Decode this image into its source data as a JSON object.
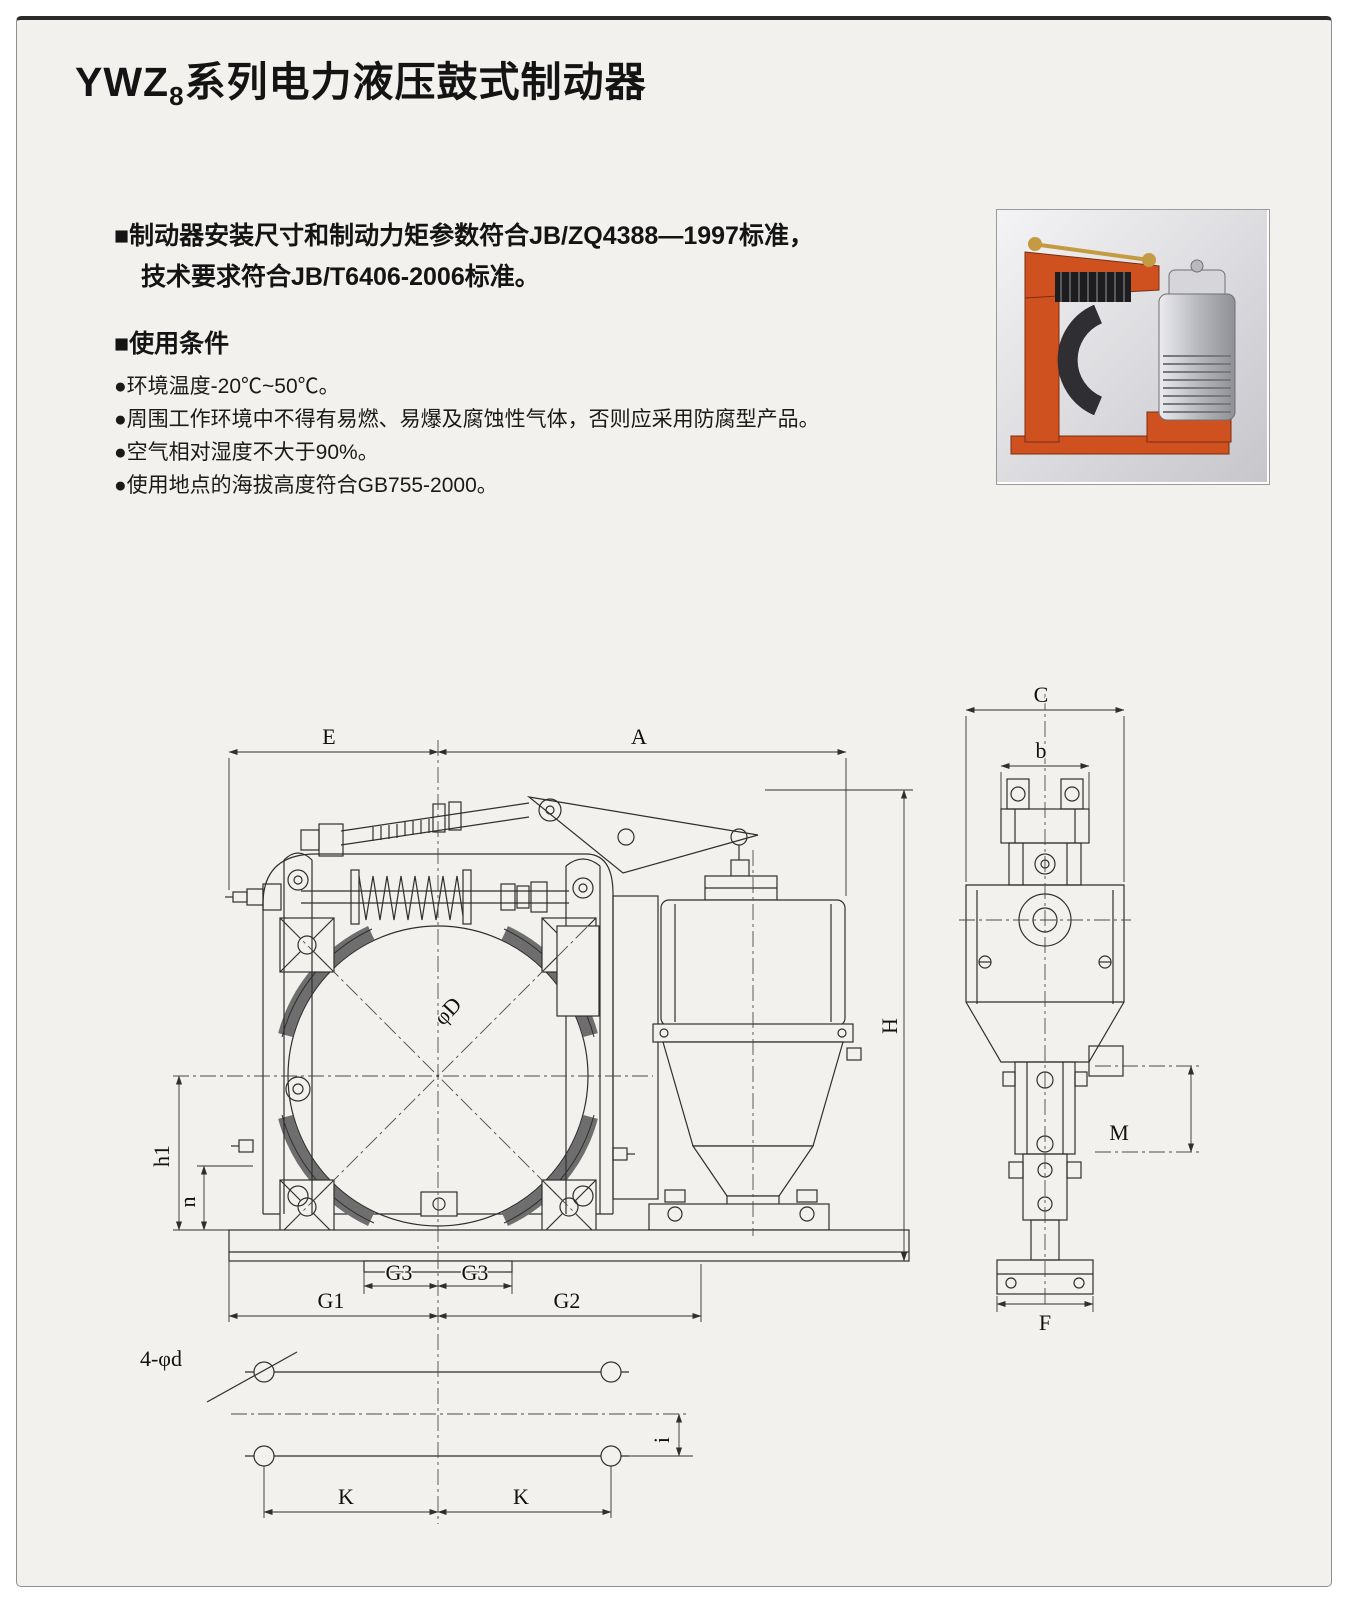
{
  "header": {
    "title_prefix": "YWZ",
    "title_sub": "8",
    "title_suffix": "系列电力液压鼓式制动器"
  },
  "intro": {
    "line1": "■制动器安装尺寸和制动力矩参数符合JB/ZQ4388—1997标准，",
    "line2": "技术要求符合JB/T6406-2006标准。"
  },
  "conditions": {
    "heading": "■使用条件",
    "items": [
      "●环境温度-20℃~50℃。",
      "●周围工作环境中不得有易燃、易爆及腐蚀性气体，否则应采用防腐型产品。",
      "●空气相对湿度不大于90%。",
      "●使用地点的海拔高度符合GB755-2000。"
    ]
  },
  "drawing": {
    "labels": {
      "E": "E",
      "A": "A",
      "C": "C",
      "b": "b",
      "H": "H",
      "h1": "h1",
      "n": "n",
      "G1": "G1",
      "G2": "G2",
      "G3": "G3",
      "K": "K",
      "F": "F",
      "M": "M",
      "phiD": "φD",
      "holes": "4-φd",
      "i": "i"
    }
  },
  "colors": {
    "page_bg": "#f2f1ed",
    "line": "#2f2f2f",
    "product_orange": "#cf5120",
    "motor_silver": "#c9c9ce"
  }
}
